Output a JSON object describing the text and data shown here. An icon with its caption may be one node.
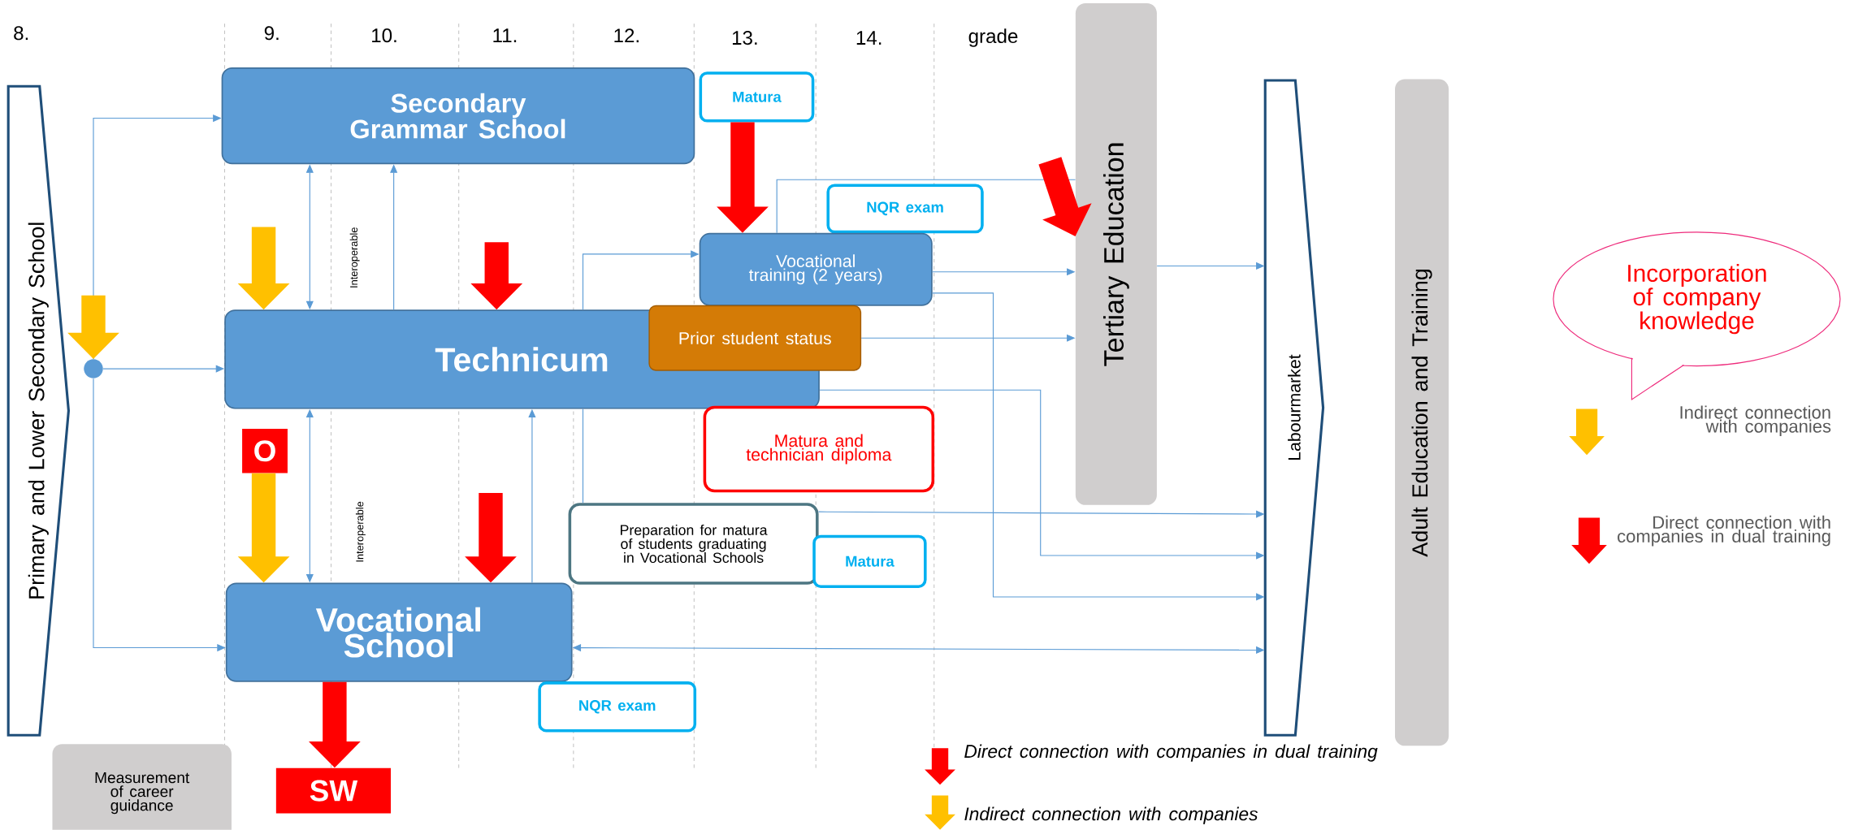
{
  "diagram": {
    "nodes": [
      {
        "text": [
          "Primary and Lower Secondary School"
        ]
      },
      {
        "text": [
          "Secondary Grammar School"
        ]
      },
      {
        "text": [
          "Matura"
        ]
      },
      {
        "text": [],
        "shape": "circle"
      },
      {
        "text": [
          "NQR exam"
        ]
      },
      {
        "text": [
          "Tertiary Education"
        ]
      },
      {
        "text": [
          "Vocational training (2 years)"
        ]
      },
      {
        "text": [
          "Technicum"
        ]
      },
      {
        "text": [
          "Prior student status"
        ]
      },
      {
        "text": [
          "Labourmarket"
        ]
      },
      {
        "text": [
          "Adult Education and Training"
        ]
      },
      {
        "text": [
          "Incorporation of company knowledge"
        ]
      },
      {
        "text": [
          "O"
        ]
      },
      {
        "text": [
          "Matura and technician diploma"
        ]
      },
      {
        "text": [
          "Preparation for matura of students graduating in Vocational Schools"
        ]
      },
      {
        "text": [
          "Matura"
        ]
      },
      {
        "text": [
          "Vocational School"
        ]
      },
      {
        "text": [
          "NQR exam"
        ]
      },
      {
        "text": [
          "Measurement of career guidance"
        ]
      },
      {
        "text": [
          "SW"
        ]
      }
    ],
    "edges": [
      {
        "from": 3,
        "to": 1,
        "arrow": "to"
      },
      {
        "from": 3,
        "to": 7,
        "arrow": "to"
      },
      {
        "from": 3,
        "to": 16,
        "arrow": "to"
      },
      {
        "from": 1,
        "to": 7,
        "arrow": "both",
        "label": "Interoperable"
      },
      {
        "from": 7,
        "to": 1,
        "arrow": "to"
      },
      {
        "from": 7,
        "to": 16,
        "arrow": "both",
        "label": "Interoperable"
      },
      {
        "from": 16,
        "to": 7,
        "arrow": "to"
      },
      {
        "from": 7,
        "to": 6,
        "arrow": "to"
      },
      {
        "from": 14,
        "to": 7,
        "arrow": "none"
      },
      {
        "from": 6,
        "to": 5,
        "arrow": "to"
      },
      {
        "from": 6,
        "to": 5,
        "arrow": "none"
      },
      {
        "from": 8,
        "to": 5,
        "arrow": "to"
      },
      {
        "from": 5,
        "to": 9,
        "arrow": "to"
      },
      {
        "from": 7,
        "to": 9,
        "arrow": "to"
      },
      {
        "from": 6,
        "to": 9,
        "arrow": "to"
      },
      {
        "from": 14,
        "to": 9,
        "arrow": "to"
      },
      {
        "from": 16,
        "to": 9,
        "arrow": "both"
      },
      {
        "from": 16,
        "to": 19,
        "arrow": "to",
        "style": "thick",
        "color": "#ff0000"
      },
      {
        "from": null,
        "to": 3,
        "arrow": "to",
        "style": "thick",
        "color": "#ffc000"
      },
      {
        "from": null,
        "to": 7,
        "arrow": "to",
        "style": "thick",
        "color": "#ffc000"
      },
      {
        "from": null,
        "to": 7,
        "arrow": "to",
        "style": "thick",
        "color": "#ff0000"
      },
      {
        "from": 2,
        "to": 6,
        "arrow": "to",
        "style": "thick",
        "color": "#ff0000"
      },
      {
        "from": 12,
        "to": 16,
        "arrow": "to",
        "style": "thick",
        "color": "#ffc000"
      },
      {
        "from": null,
        "to": 16,
        "arrow": "to",
        "style": "thick",
        "color": "#ff0000"
      },
      {
        "from": null,
        "to": 5,
        "arrow": "to",
        "style": "thick",
        "color": "#ff0000"
      }
    ],
    "labels": [
      "8.",
      "9.",
      "10.",
      "11.",
      "12.",
      "13.",
      "14.",
      "grade"
    ],
    "legend": [
      {
        "text": "Indirect connection with companies",
        "color": "#ffc000"
      },
      {
        "text": "Direct connection with companies in dual training",
        "color": "#ff0000"
      },
      {
        "text": "Direct connection with companies in dual training",
        "color": "#ff0000"
      },
      {
        "text": "Indirect connection with companies",
        "color": "#ffc000"
      }
    ]
  }
}
